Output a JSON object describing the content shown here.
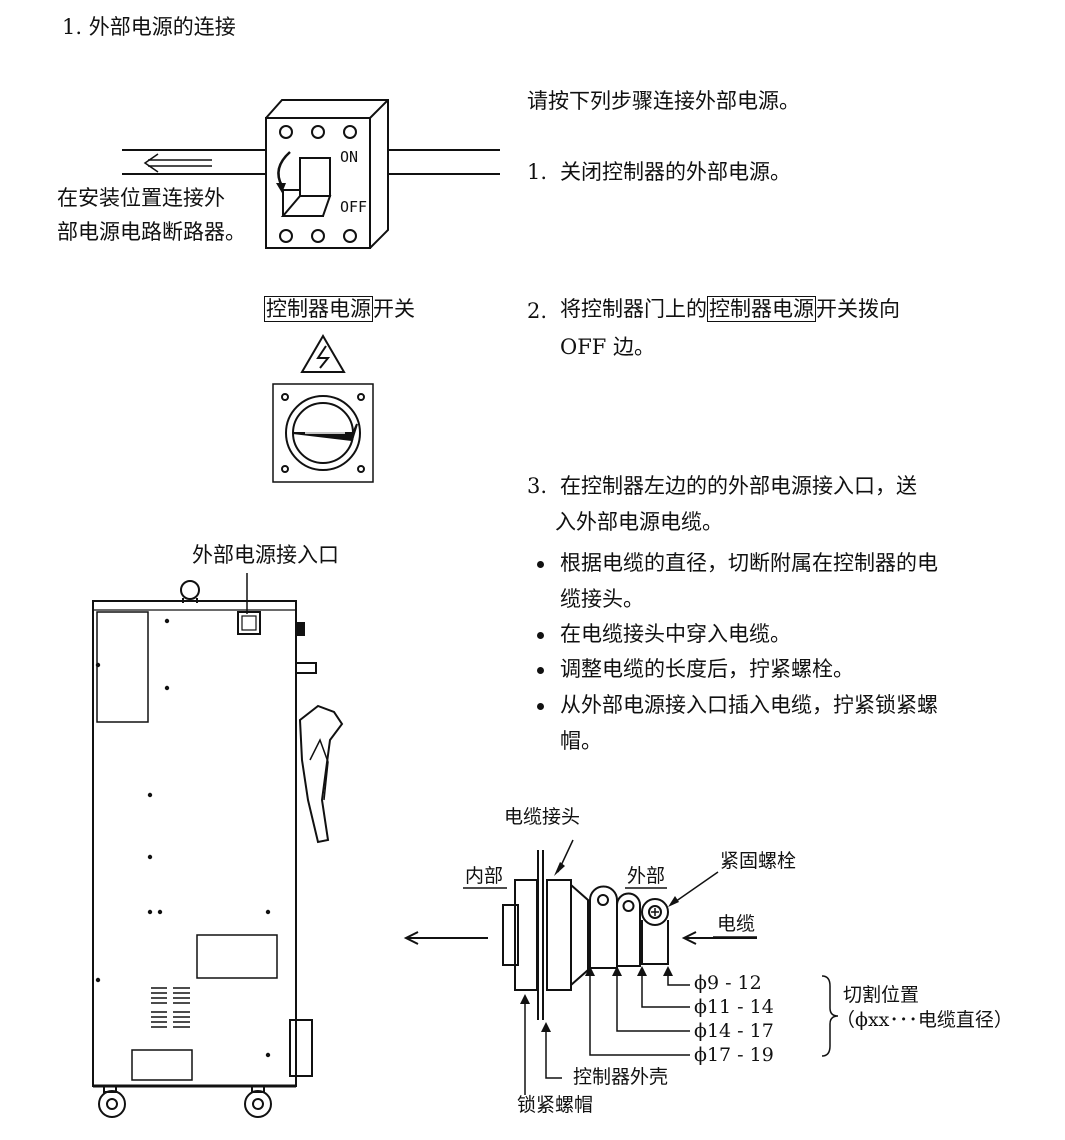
{
  "section_title": "1.  外部电源的连接",
  "intro": "请按下列步骤连接外部电源。",
  "steps": [
    {
      "num": "1.",
      "text": "关闭控制器的外部电源。"
    },
    {
      "num": "2.",
      "text_pre": "将控制器门上的",
      "boxed": "控制器电源",
      "text_post": "开关拨向",
      "line2": "OFF 边。"
    },
    {
      "num": "3.",
      "line1": "在控制器左边的的外部电源接入口，送",
      "line2": "入外部电源电缆。"
    }
  ],
  "bullets": [
    {
      "line1": "根据电缆的直径，切断附属在控制器的电",
      "line2": "缆接头。"
    },
    {
      "line1": "在电缆接头中穿入电缆。"
    },
    {
      "line1": "调整电缆的长度后，拧紧螺栓。"
    },
    {
      "line1": "从外部电源接入口插入电缆，拧紧锁紧螺",
      "line2": "帽。"
    }
  ],
  "fig1": {
    "caption_line1": "在安装位置连接外",
    "caption_line2": "部电源电路断路器。",
    "on_label": "ON",
    "off_label": "OFF"
  },
  "fig2": {
    "switch_label_boxed": "控制器电源",
    "switch_label_suffix": "开关"
  },
  "fig3": {
    "inlet_label": "外部电源接入口"
  },
  "fig4": {
    "label_gland": "电缆接头",
    "label_inside": "内部",
    "label_outside": "外部",
    "label_bolt": "紧固螺栓",
    "label_cable": "电缆",
    "diameters": [
      "ϕ9  -  12",
      "ϕ11  -  14",
      "ϕ14  -  17",
      "ϕ17  -  19"
    ],
    "cut_position": "切割位置",
    "cut_note": "（ϕxx･･･电缆直径）",
    "label_case": "控制器外壳",
    "label_locknut": "锁紧螺帽"
  }
}
